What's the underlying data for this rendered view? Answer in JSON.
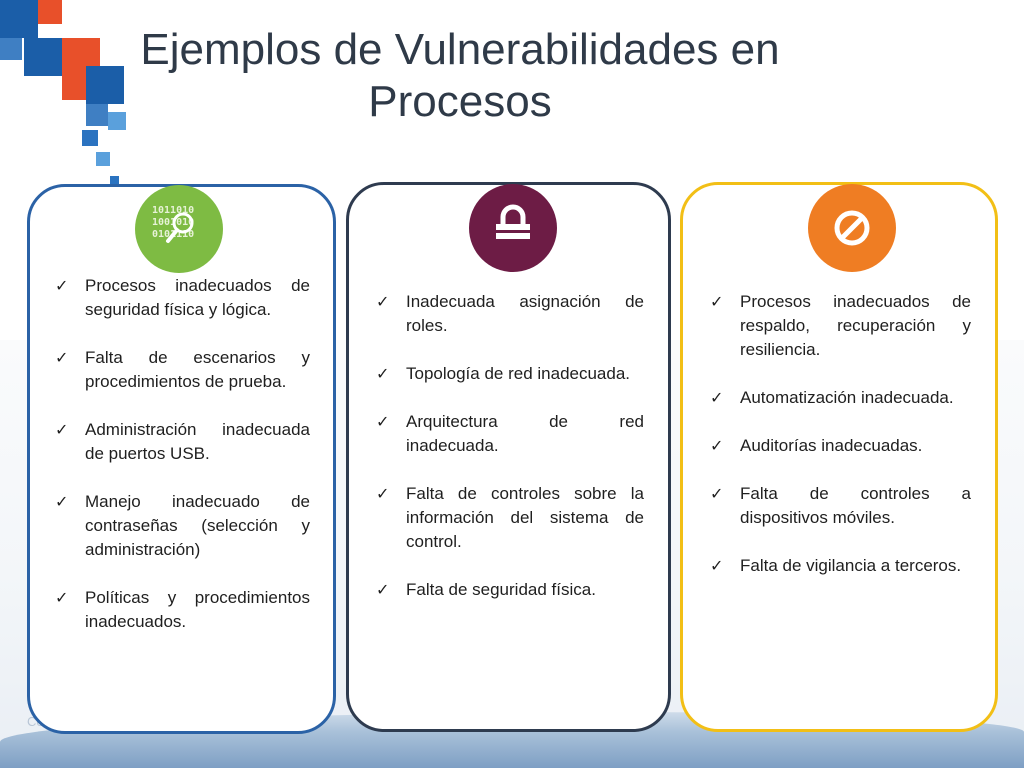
{
  "title": "Ejemplos de Vulnerabilidades en Procesos",
  "footer_text": "Co",
  "colors": {
    "card1_border": "#2b62a6",
    "card2_border": "#2e3b4f",
    "card3_border": "#f2bf16",
    "icon1": "#7ebb43",
    "icon2": "#6d1c45",
    "icon3": "#ef7d23"
  },
  "icons": [
    "binary-search-icon",
    "lock-icon",
    "prohibited-icon"
  ],
  "binary_text": [
    "1011010",
    "1001010",
    "0101110"
  ],
  "cards": [
    {
      "items": [
        "Procesos inadecuados de seguridad física y lógica.",
        "Falta de escenarios y procedimientos de prueba.",
        "Administración inadecuada de puertos USB.",
        "Manejo inadecuado de contraseñas (selección y administración)",
        "Políticas y procedimientos inadecuados."
      ]
    },
    {
      "items": [
        "Inadecuada asignación de roles.",
        "Topología de red inadecuada.",
        "Arquitectura de red inadecuada.",
        "Falta de controles sobre la información del sistema de control.",
        "Falta de seguridad física."
      ]
    },
    {
      "items": [
        "Procesos inadecuados de respaldo, recuperación y resiliencia.",
        "Automatización inadecuada.",
        "Auditorías inadecuadas.",
        "Falta de controles a dispositivos móviles.",
        "Falta de vigilancia a terceros."
      ]
    }
  ]
}
